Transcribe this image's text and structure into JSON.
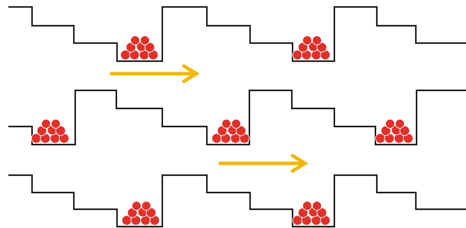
{
  "diagram": {
    "rows": [
      {
        "name": "row-1",
        "ball_clusters": 2
      },
      {
        "name": "row-2",
        "ball_clusters": 3
      },
      {
        "name": "row-3",
        "ball_clusters": 2
      }
    ],
    "arrows": [
      {
        "name": "arrow-1",
        "direction": "right"
      },
      {
        "name": "arrow-2",
        "direction": "right"
      }
    ]
  },
  "colors": {
    "line": "#1a1a1a",
    "ball": "#e0302a",
    "ball_highlight": "#ffffff",
    "arrow": "#f2b705"
  }
}
